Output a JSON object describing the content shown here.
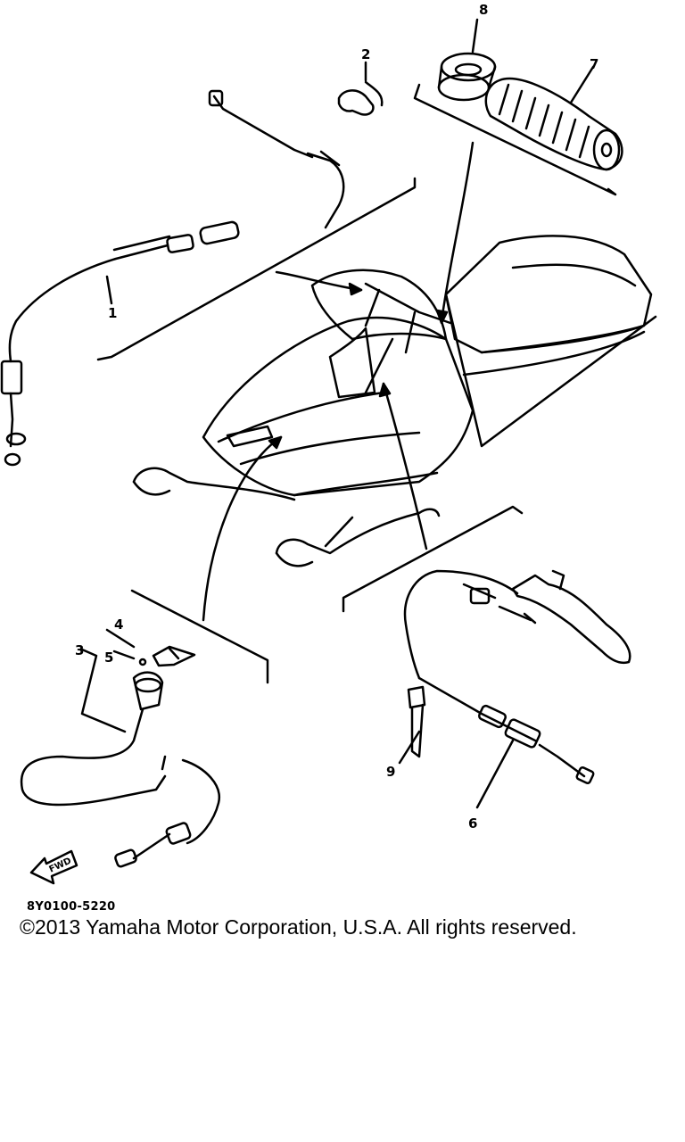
{
  "callouts": {
    "c1": "1",
    "c2": "2",
    "c3": "3",
    "c4": "4",
    "c5": "5",
    "c6": "6",
    "c7": "7",
    "c8": "8",
    "c9": "9"
  },
  "forward_label": "FWD",
  "part_code": "8Y0100-5220",
  "copyright": "©2013 Yamaha Motor Corporation, U.S.A. All rights reserved."
}
